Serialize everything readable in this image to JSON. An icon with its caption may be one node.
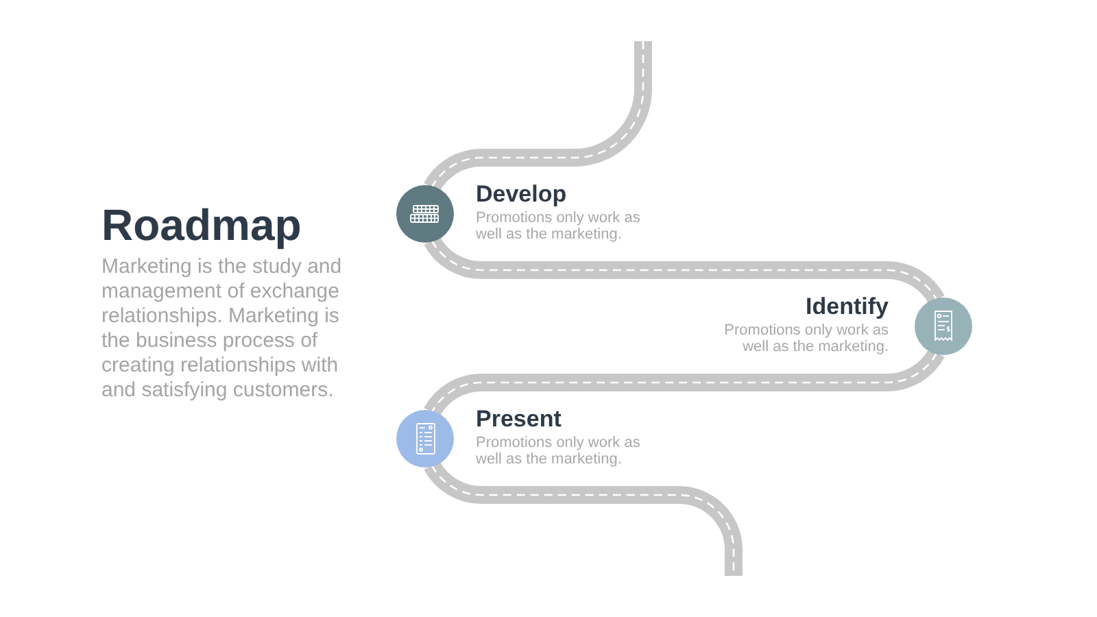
{
  "diagram": {
    "title": "Roadmap",
    "nodes": [
      {
        "text": [
          "Develop",
          "Promotions only work as well as the marketing."
        ]
      },
      {
        "text": [
          "Identify",
          "Promotions only work as well as the marketing."
        ]
      },
      {
        "text": [
          "Present",
          "Promotions only work as well as the marketing."
        ]
      }
    ],
    "edges": [
      {
        "from": null,
        "to": 0,
        "arrow": "none"
      },
      {
        "from": 0,
        "to": 1,
        "arrow": "none"
      },
      {
        "from": 1,
        "to": 2,
        "arrow": "none"
      },
      {
        "from": 2,
        "to": null,
        "arrow": "none"
      }
    ],
    "labels": [
      "Marketing is the study and management of exchange relationships. Marketing is the business process of creating relationships with and satisfying customers."
    ]
  }
}
